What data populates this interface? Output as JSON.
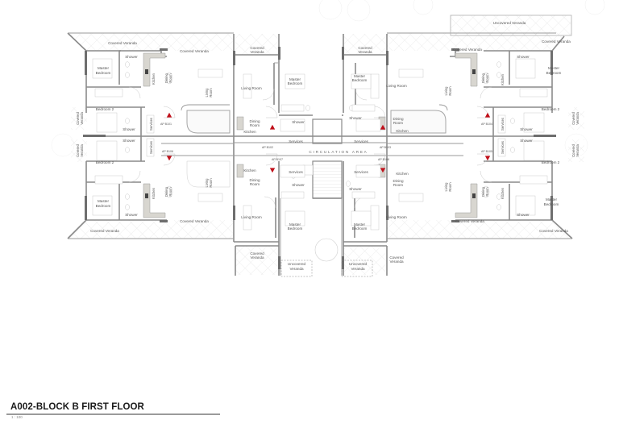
{
  "drawing": {
    "title": "A002-BLOCK B FIRST FLOOR",
    "scale": "1 : 100",
    "accent_color": "#c0101a",
    "wall_color": "#8a8a8a",
    "kitchen_fill": "#d8d6d0"
  },
  "labels": {
    "circulation": "CIRCULATION AREA",
    "covered_veranda": "Covered Veranda",
    "covered": "Covered",
    "veranda": "Veranda",
    "uncovered": "Uncovered",
    "uncovered_veranda": "Uncovered Veranda",
    "master": "Master",
    "bedroom": "Bedroom",
    "bedroom_2": "Bedroom  2",
    "living_room": "Living Room",
    "living": "Living",
    "room": "Room",
    "dining": "Dining",
    "kitchen": "Kitchen",
    "shower": "Shower",
    "services": "Services"
  },
  "apartments": [
    {
      "id": "AP B101",
      "label": "AP B101"
    },
    {
      "id": "AP B102",
      "label": "AP B102"
    },
    {
      "id": "AP B103",
      "label": "AP B103"
    },
    {
      "id": "AP B104",
      "label": "AP B104"
    },
    {
      "id": "AP B105",
      "label": "AP B105"
    },
    {
      "id": "AP B106",
      "label": "AP B106"
    },
    {
      "id": "AP B107",
      "label": "AP B107"
    },
    {
      "id": "AP B108",
      "label": "AP B108"
    }
  ]
}
